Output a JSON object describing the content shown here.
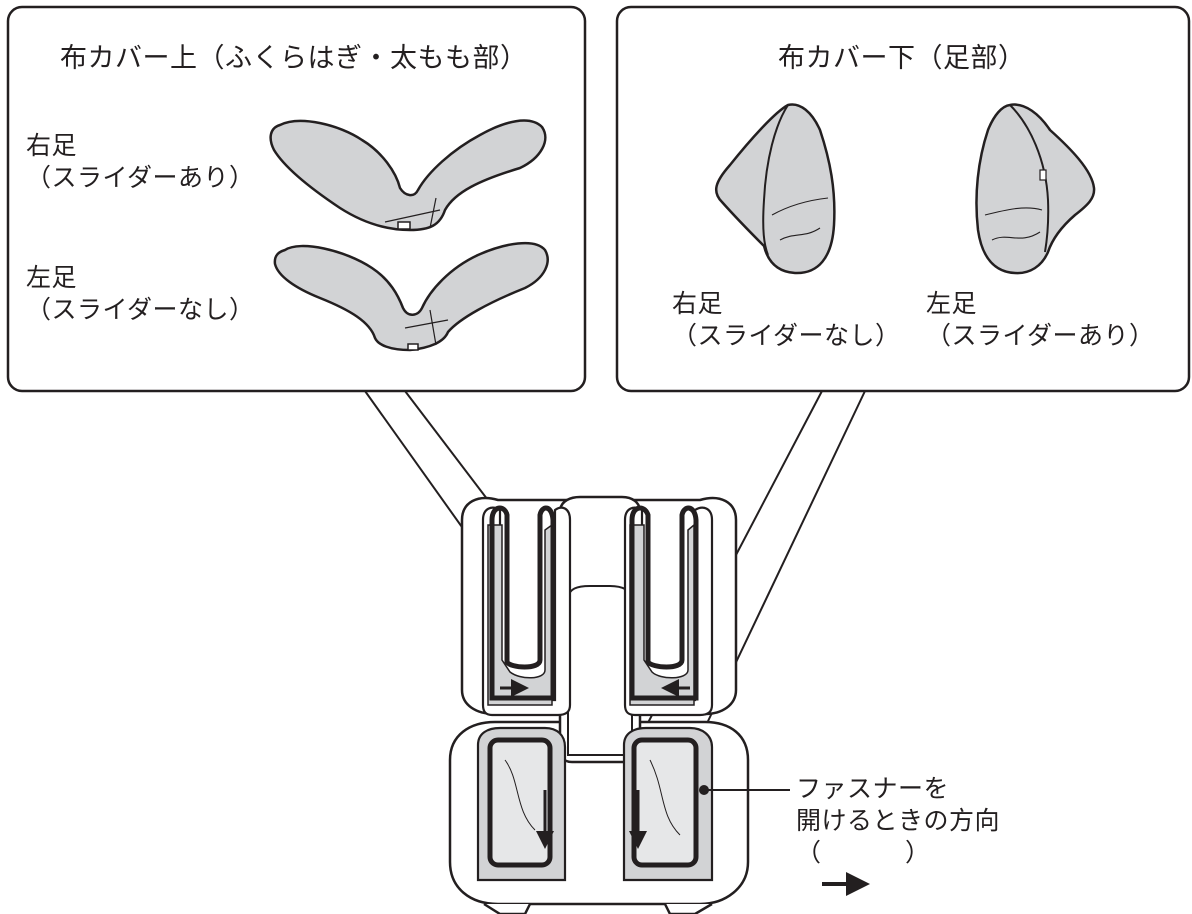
{
  "upper_panel": {
    "title": "布カバー上（ふくらはぎ・太もも部）",
    "right": {
      "line1": "右足",
      "line2": "（スライダーあり）"
    },
    "left": {
      "line1": "左足",
      "line2": "（スライダーなし）"
    }
  },
  "lower_panel": {
    "title": "布カバー下（足部）",
    "right": {
      "line1": "右足",
      "line2": "（スライダーなし）"
    },
    "left": {
      "line1": "左足",
      "line2": "（スライダーあり）"
    }
  },
  "callout": {
    "line1": "ファスナーを",
    "line2": "開けるときの方向",
    "line3": "（ ）"
  },
  "colors": {
    "ink": "#231f20",
    "cover_fill": "#d2d3d5",
    "background": "#ffffff"
  }
}
